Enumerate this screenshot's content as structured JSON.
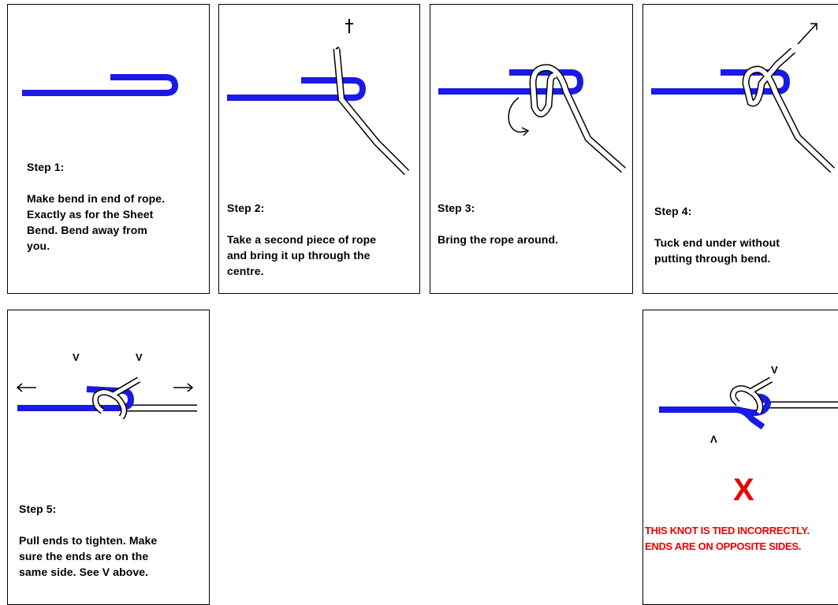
{
  "steps": [
    {
      "title": "Step 1:",
      "text": "Make bend in end of rope.\nExactly as for the Sheet\nBend. Bend away from\nyou."
    },
    {
      "title": "Step 2:",
      "text": "Take a second piece of rope\nand bring it up through the\ncentre."
    },
    {
      "title": "Step 3:",
      "text": "Bring the rope around."
    },
    {
      "title": "Step 4:",
      "text": "Tuck end under without\nputting through bend."
    },
    {
      "title": "Step 5:",
      "text": "Pull ends to tighten. Make\nsure the ends are on the\nsame side. See V above."
    }
  ],
  "markers": {
    "v": "V",
    "inverted_v": "Λ"
  },
  "incorrect": {
    "symbol": "X",
    "message": "THIS KNOT IS TIED INCORRECTLY.\nENDS ARE ON OPPOSITE SIDES."
  },
  "colors": {
    "blue_rope": "#1a1ae6",
    "white_rope": "#ffffff",
    "error": "#ee0000"
  }
}
